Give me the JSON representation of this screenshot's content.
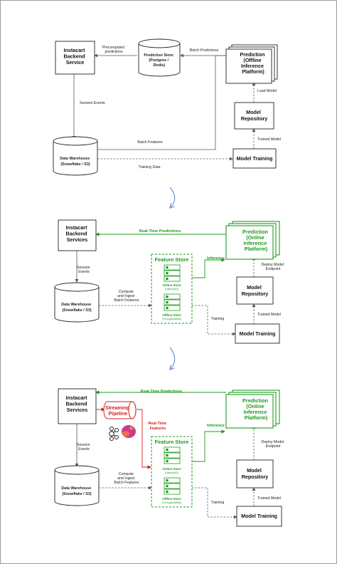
{
  "colors": {
    "green": "#1e9a1e",
    "red": "#d42020",
    "blue_arrow": "#5b7fc7"
  },
  "stage1": {
    "backend": [
      "Instacart",
      "Backend",
      "Service"
    ],
    "precomputed": [
      "Precomputed",
      "predictions"
    ],
    "prediction_store": [
      "Prediction Store",
      "(Postgres /",
      "Redis)"
    ],
    "batch_predictions": "Batch Predictions",
    "prediction": [
      "Prediction",
      "(Offline",
      "Inference",
      "Platform)"
    ],
    "session_events": "Session Events",
    "load_model": "Load Model",
    "model_repository": [
      "Model",
      "Repository"
    ],
    "batch_features": "Batch Features",
    "trained_model": "Trained Model",
    "data_warehouse": [
      "Data Warehouse",
      "(Snowflake / S3)"
    ],
    "training_data": "Training Data",
    "model_training": "Model Training"
  },
  "stage2": {
    "backend": [
      "Instacart",
      "Backend",
      "Services"
    ],
    "realtime_predictions": "Real-Time Predictions",
    "prediction": [
      "Prediction",
      "(Online",
      "Inference",
      "Platform)"
    ],
    "feature_store": "Feature Store",
    "inference": "Inference",
    "online_store": "Online Store",
    "online_store_sub": "(Latency/KV)",
    "offline_store": "Offline Store",
    "offline_store_sub": "(Throughput/Bulk)",
    "session_events": [
      "Session",
      "Events"
    ],
    "deploy_model": [
      "Deploy Model",
      "Endpoint"
    ],
    "compute_ingest": [
      "Compute",
      "and Ingest",
      "Batch Features"
    ],
    "model_repository": [
      "Model",
      "Repository"
    ],
    "data_warehouse": [
      "Data Warehouse",
      "(Snowflake / S3)"
    ],
    "training": "Training",
    "trained_model": "Trained Model",
    "model_training": "Model Training"
  },
  "stage3": {
    "backend": [
      "Instacart",
      "Backend",
      "Services"
    ],
    "realtime_predictions": "Real-Time Predictions",
    "streaming": [
      "Streaming",
      "Pipeline"
    ],
    "realtime_features": [
      "Real-Time",
      "Features"
    ],
    "prediction": [
      "Prediction",
      "(Online",
      "Inference",
      "Platform)"
    ],
    "feature_store": "Feature Store",
    "inference": "Inference",
    "online_store": "Online Store",
    "online_store_sub": "(Latency/KV)",
    "offline_store": "Offline Store",
    "offline_store_sub": "(Throughput/Bulk)",
    "session_events": [
      "Session",
      "Events"
    ],
    "deploy_model": [
      "Deploy Model",
      "Endpoint"
    ],
    "compute_ingest": [
      "Compute",
      "and Ingest",
      "Batch Features"
    ],
    "model_repository": [
      "Model",
      "Repository"
    ],
    "data_warehouse": [
      "Data Warehouse",
      "(Snowflake / S3)"
    ],
    "training": "Training",
    "trained_model": "Trained Model",
    "model_training": "Model Training"
  }
}
